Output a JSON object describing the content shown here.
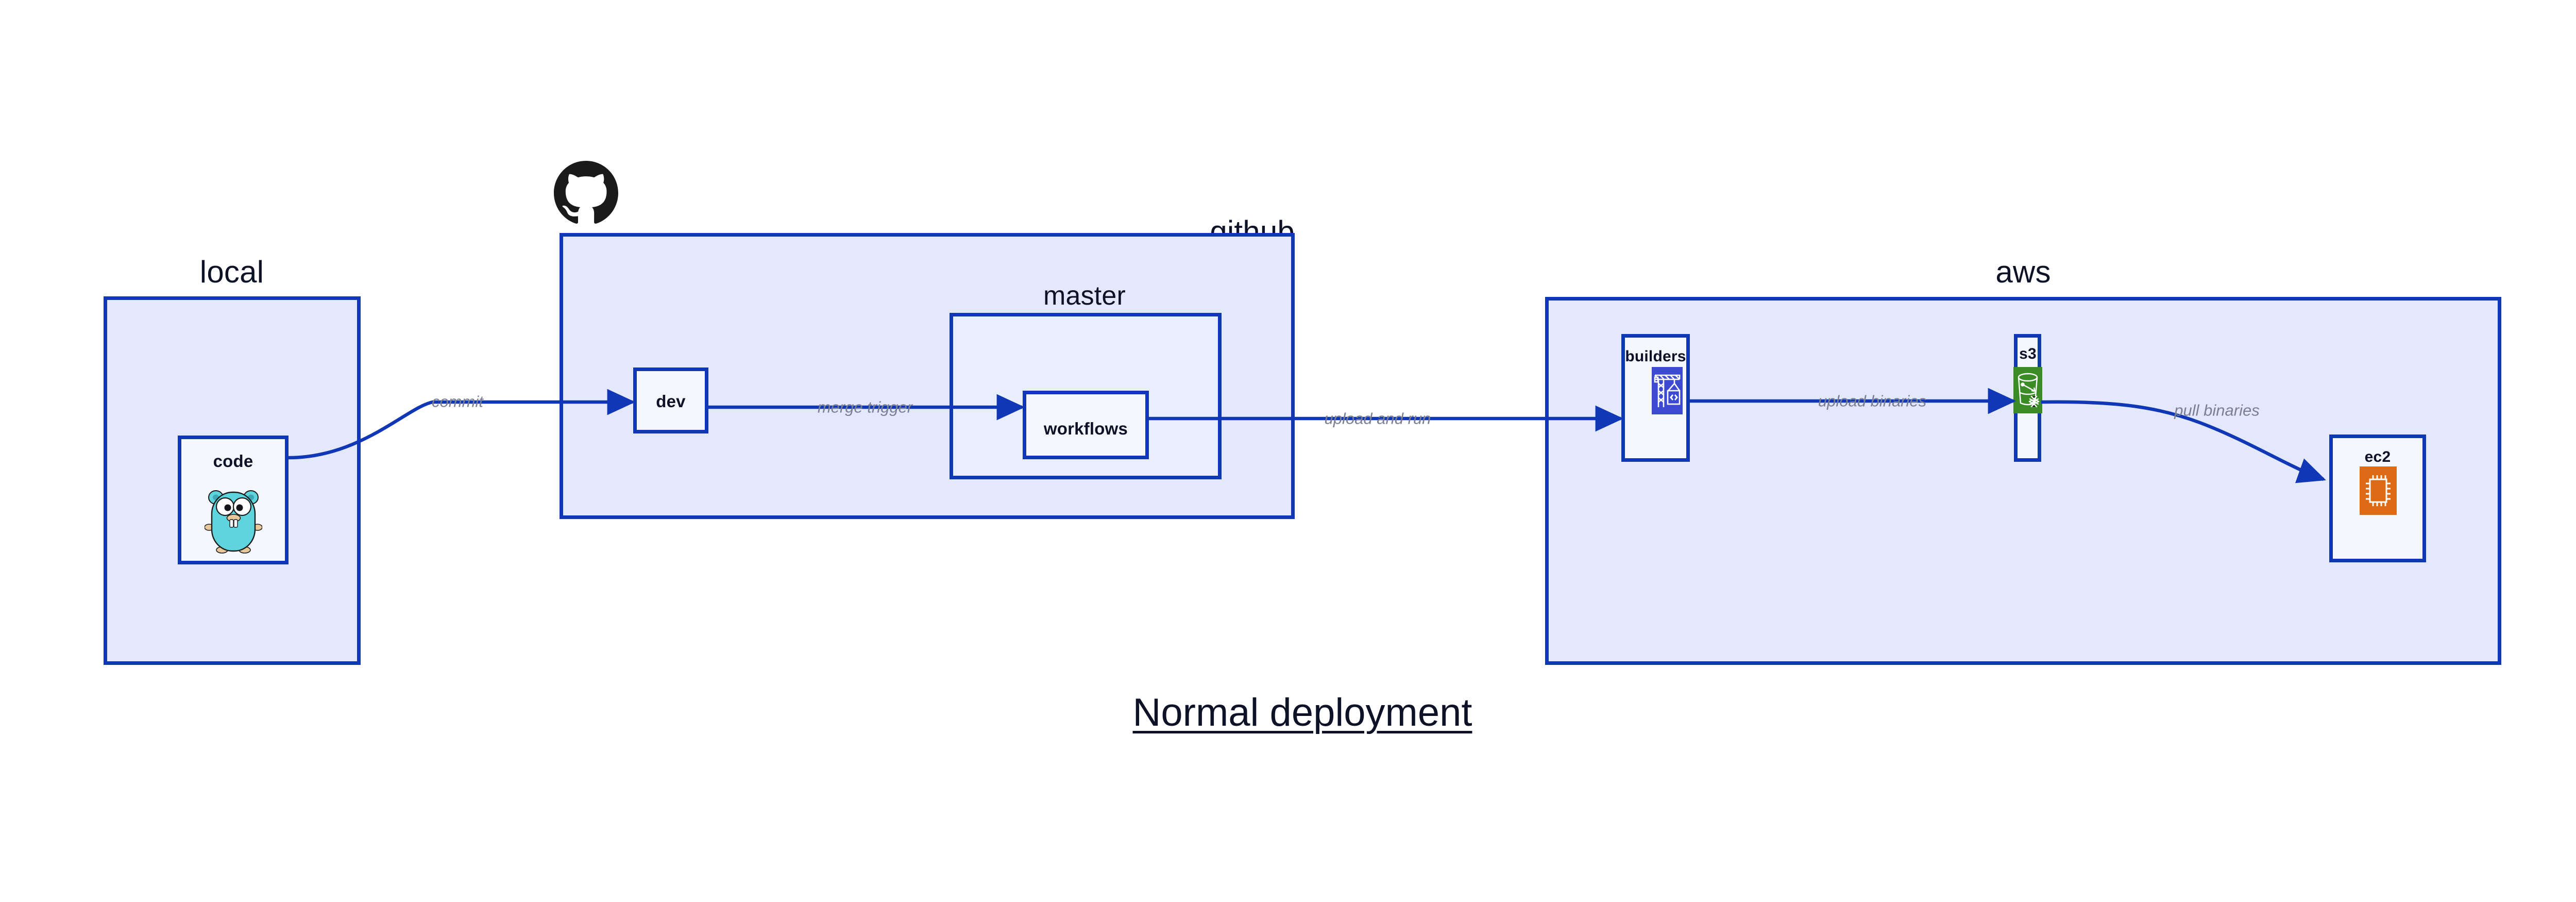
{
  "diagram": {
    "caption": "Normal deployment",
    "colors": {
      "zone_fill": "#e3e8fb",
      "subzone_fill": "#e9eefc",
      "node_fill": "#f4f7fe",
      "stroke": "#1037b5",
      "title_text": "#0d1227",
      "edge_label_text": "#7a7f93",
      "gopher_teal": "#5ed4dd",
      "aws_builders_blue": "#3b4ad0",
      "aws_s3_green": "#3b8c27",
      "aws_ec2_orange": "#dd6a14",
      "github_black": "#1a1a1a"
    },
    "zones": [
      {
        "id": "local",
        "title": "local",
        "title_align": "center"
      },
      {
        "id": "github",
        "title": "github",
        "title_align": "right"
      },
      {
        "id": "aws",
        "title": "aws",
        "title_align": "center"
      }
    ],
    "subzones": [
      {
        "id": "master",
        "title": "master",
        "parent": "github"
      }
    ],
    "nodes": [
      {
        "id": "code",
        "label": "code",
        "zone": "local",
        "icon": "go-gopher-icon"
      },
      {
        "id": "dev",
        "label": "dev",
        "zone": "github",
        "icon": null
      },
      {
        "id": "workflows",
        "label": "workflows",
        "zone": "master",
        "icon": null
      },
      {
        "id": "builders",
        "label": "builders",
        "zone": "aws",
        "icon": "aws-codebuild-crane-icon"
      },
      {
        "id": "s3",
        "label": "s3",
        "zone": "aws",
        "icon": "aws-s3-bucket-icon"
      },
      {
        "id": "ec2",
        "label": "ec2",
        "zone": "aws",
        "icon": "aws-ec2-chip-icon"
      }
    ],
    "edges": [
      {
        "id": "commit",
        "from": "code",
        "to": "dev",
        "label": "commit"
      },
      {
        "id": "merge-trigger",
        "from": "dev",
        "to": "workflows",
        "label": "merge trigger"
      },
      {
        "id": "upload-and-run",
        "from": "workflows",
        "to": "builders",
        "label": "upload and run"
      },
      {
        "id": "upload-binaries",
        "from": "builders",
        "to": "s3",
        "label": "upload binaries"
      },
      {
        "id": "pull-binaries",
        "from": "s3",
        "to": "ec2",
        "label": "pull binaries"
      }
    ],
    "brand_marks": [
      {
        "id": "github-octocat",
        "icon": "github-octocat-icon"
      }
    ]
  }
}
